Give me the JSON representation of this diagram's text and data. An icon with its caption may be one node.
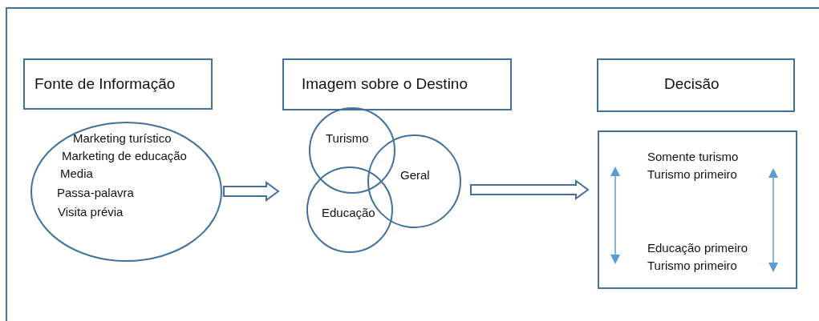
{
  "diagram": {
    "nodes": [
      {
        "text": [
          "Fonte de Informação"
        ]
      },
      {
        "text": [
          "Marketing turístico",
          "Marketing de educação",
          "Media",
          "Passa-palavra",
          "Visita prévia"
        ]
      },
      {
        "text": [
          "Imagem sobre o Destino"
        ]
      },
      {
        "text": [
          "Turismo"
        ]
      },
      {
        "text": [
          "Geral"
        ]
      },
      {
        "text": [
          "Educação"
        ]
      },
      {
        "text": [
          "Decisão"
        ]
      },
      {
        "text": [
          "Somente turismo Turismo primeiro",
          "Educação primeiro Turismo primeiro"
        ]
      }
    ],
    "edges": [
      {
        "from": 1,
        "to": 5,
        "arrow": "to"
      },
      {
        "from": 4,
        "to": 7,
        "arrow": "to"
      }
    ]
  }
}
